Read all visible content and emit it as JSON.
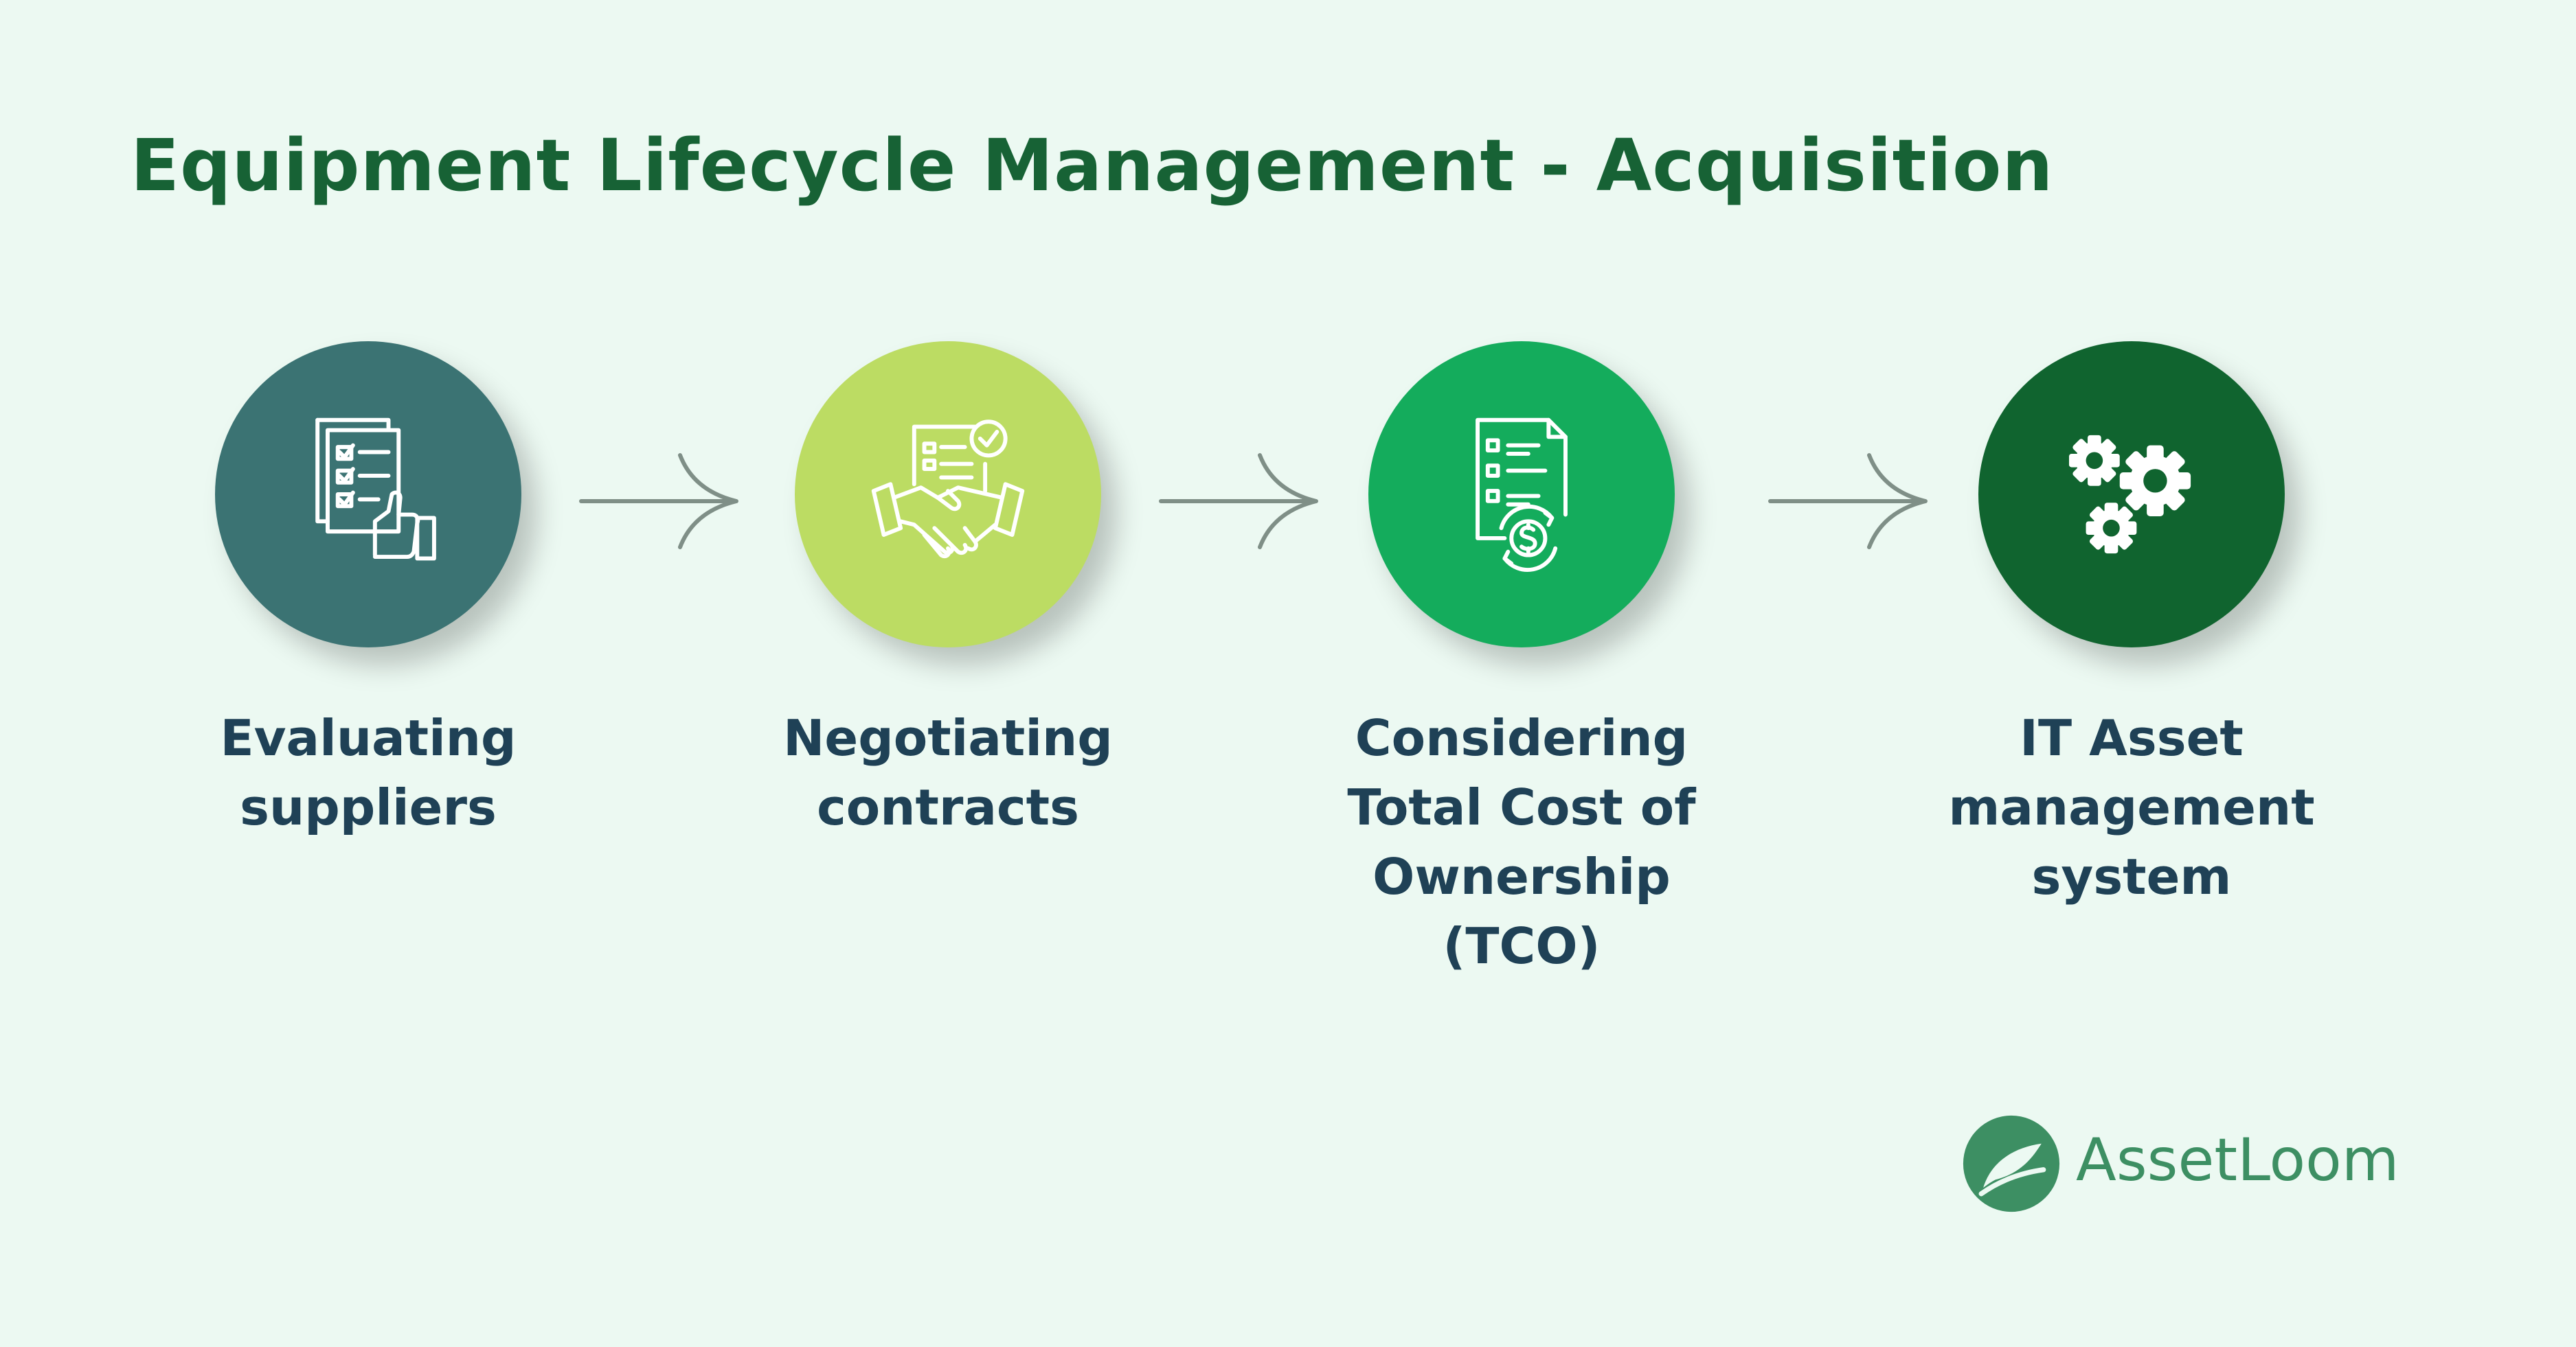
{
  "title": "Equipment Lifecycle Management - Acquisition",
  "steps": [
    {
      "label": "Evaluating\nsuppliers",
      "icon": "checklist-thumbs-up-icon",
      "color": "#3b7373"
    },
    {
      "label": "Negotiating\ncontracts",
      "icon": "contract-handshake-icon",
      "color": "#bcdc63"
    },
    {
      "label": "Considering\nTotal Cost of\nOwnership\n(TCO)",
      "icon": "document-dollar-icon",
      "color": "#14ac5c"
    },
    {
      "label": "IT Asset\nmanagement\nsystem",
      "icon": "gears-icon",
      "color": "#10642f"
    }
  ],
  "logo": {
    "name": "AssetLoom",
    "color": "#3d8f63"
  },
  "colors": {
    "background": "#ecf9f2",
    "title": "#176235",
    "label": "#1f4156",
    "arrow": "#7f8f87"
  }
}
